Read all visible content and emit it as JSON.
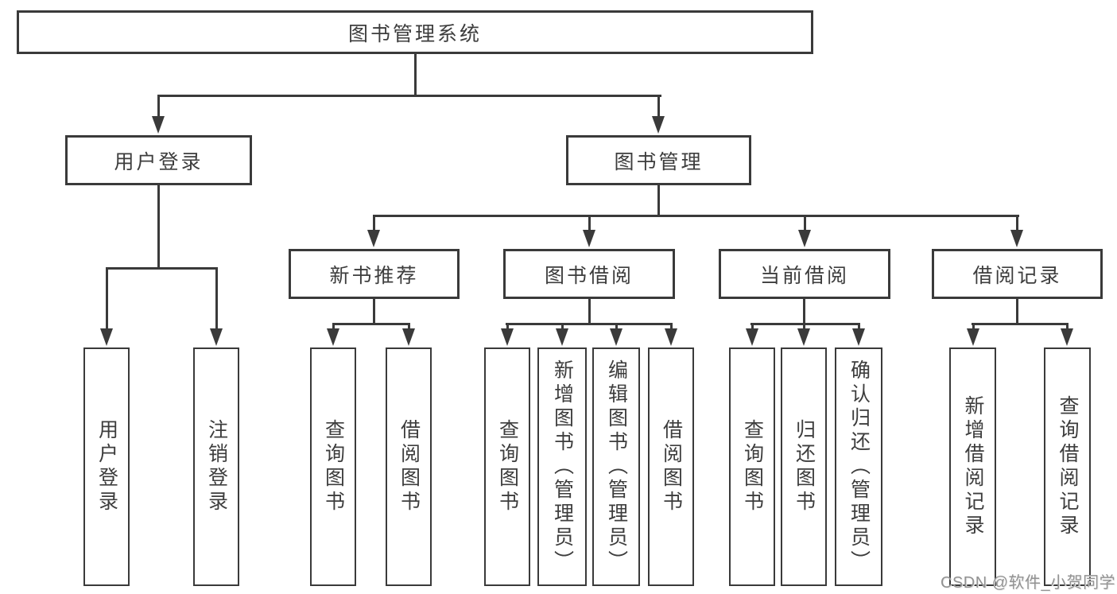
{
  "diagram": {
    "type": "tree",
    "title": "图书管理系统"
  },
  "nodes": {
    "root": "图书管理系统",
    "user_login": "用户登录",
    "book_management": "图书管理",
    "new_book_recommend": "新书推荐",
    "book_borrowing": "图书借阅",
    "current_borrowing": "当前借阅",
    "borrowing_records": "借阅记录",
    "leaf_user_login": "用户登录",
    "leaf_logout": "注销登录",
    "leaf_query_books_1": "查询图书",
    "leaf_borrow_books_1": "借阅图书",
    "leaf_query_books_2": "查询图书",
    "leaf_add_books_admin": "新增图书（管理员）",
    "leaf_edit_books_admin": "编辑图书（管理员）",
    "leaf_borrow_books_2": "借阅图书",
    "leaf_query_books_3": "查询图书",
    "leaf_return_books": "归还图书",
    "leaf_confirm_return_admin": "确认归还（管理员）",
    "leaf_add_borrow_record": "新增借阅记录",
    "leaf_query_borrow_record": "查询借阅记录"
  },
  "watermark": {
    "text": "CSDN @软件_小贺同学"
  },
  "colors": {
    "line": "#3a3a3a",
    "text": "#3d3d3d",
    "background": "#ffffff",
    "watermark": "#929292"
  }
}
